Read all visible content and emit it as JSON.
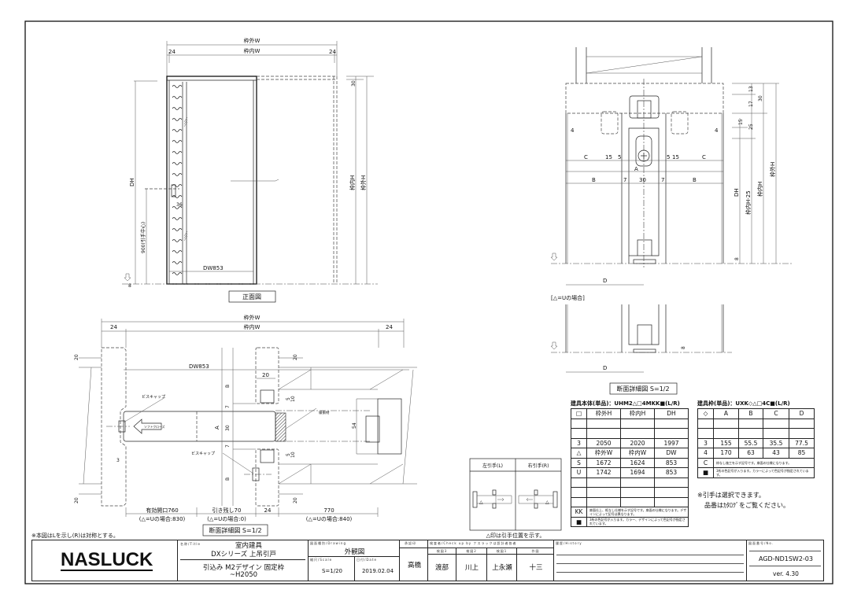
{
  "front_view": {
    "outer_w": "枠外W",
    "inner_w": "枠内W",
    "side_24": "24",
    "dh": "DH",
    "handle_height": "900(引手中心)",
    "handle_width": "36",
    "dw": "DW853",
    "top_30": "30",
    "inner_h": "枠内H",
    "outer_h": "枠外H",
    "floor_8": "8",
    "label": "正面図"
  },
  "plan_view": {
    "outer_w": "枠外W",
    "inner_w": "枠内W",
    "side_24": "24",
    "dw": "DW853",
    "dim_20": "20",
    "dim_b": "B",
    "dim_7": "7",
    "dim_a": "A",
    "dim_30": "30",
    "dim_5": "5",
    "dim_10": "10",
    "dim_54": "54",
    "dim_3": "3",
    "screw_cap": "ビスキャップ",
    "soft_close": "ソフトクローズ",
    "cushion": "緩衝材",
    "opening": "有効開口760",
    "opening_u": "(△=Uの場合:830)",
    "remain": "引き残し70",
    "remain_u": "(△=Uの場合:0)",
    "jamb_24": "24",
    "pocket": "770",
    "pocket_u": "(△=Uの場合:840)",
    "label": "断面詳細図 S=1/2"
  },
  "side_section": {
    "c": "C",
    "d15": "15",
    "d5": "5",
    "d4": "4",
    "a": "A",
    "b": "B",
    "d7": "7",
    "d30": "30",
    "d13": "13",
    "d17": "17",
    "d25": "25",
    "dh": "DH",
    "inner_h_25": "枠内H-25",
    "inner_h": "枠内H",
    "outer_h": "枠外H",
    "d8": "8",
    "d": "D",
    "u_case": "[△=Uの場合]",
    "label": "断面詳細図 S=1/2"
  },
  "body_table": {
    "title": "建具本体(単品)：UHM2△□4MKK■(L/R)",
    "header": [
      "□",
      "枠外H",
      "枠内H",
      "DH"
    ],
    "rows": [
      [
        "",
        "",
        "",
        ""
      ],
      [
        "",
        "",
        "",
        ""
      ],
      [
        "3",
        "2050",
        "2020",
        "1997"
      ]
    ],
    "header2": [
      "△",
      "枠外W",
      "枠内W",
      "DW"
    ],
    "rows2": [
      [
        "S",
        "1672",
        "1624",
        "853"
      ],
      [
        "U",
        "1742",
        "1694",
        "853"
      ],
      [
        "",
        "",
        "",
        ""
      ],
      [
        "",
        "",
        "",
        ""
      ],
      [
        "",
        "",
        "",
        ""
      ]
    ],
    "notes": [
      {
        "key": "KK",
        "note": "扉面仕上、框なし仕様を示す記号です。扉面の仕様になります。デザインによって記号は異なります。"
      },
      {
        "key": "■",
        "note": "3桁の色記号が入ります。カラー、デザインによって色記号が指定されています。"
      }
    ]
  },
  "frame_table": {
    "title": "建具枠(単品)：UXK◇△□4C■(L/R)",
    "header": [
      "◇",
      "A",
      "B",
      "C",
      "D"
    ],
    "rows": [
      [
        "",
        "",
        "",
        "",
        ""
      ],
      [
        "",
        "",
        "",
        "",
        ""
      ],
      [
        "3",
        "155",
        "55.5",
        "35.5",
        "77.5"
      ],
      [
        "4",
        "170",
        "63",
        "43",
        "85"
      ]
    ],
    "notes": [
      {
        "key": "C",
        "note": "枠なし施工を示す記号です。扉面の仕様になります。"
      },
      {
        "key": "■",
        "note": "3桁の色記号が入ります。カラーによって色記号が指定されています。"
      }
    ]
  },
  "handle_note": [
    "※引手は選択できます。",
    "品番はｶﾀﾛｸﾞをご覧ください。"
  ],
  "handle_box": {
    "left": "左引手(L)",
    "right": "右引手(R)",
    "caption": "△印は引手位置を示す。"
  },
  "general_note": "※本図はLを示し(R)は対称とする。",
  "title_block": {
    "logo": "NASLUCK",
    "title_label": "名称/Title",
    "title_line1": "室内建具",
    "title_line2": "DXシリーズ 上吊引戸",
    "title_line3": "引込み M2デザイン 固定枠",
    "title_line4": "~H2050",
    "drawing_label": "図面種別/Drawing",
    "drawing": "外観図",
    "scale_label": "縮尺/Scale",
    "scale": "S=1/20",
    "date_label": "日付/Date",
    "date": "2019.02.04",
    "approval_label": "承認印",
    "approver": "高橋",
    "check_label": "検査者/Check up by ナスラックは設計者各者",
    "checkers": [
      {
        "role": "検図3",
        "name": "渡部"
      },
      {
        "role": "検図2",
        "name": "川上"
      },
      {
        "role": "検図1",
        "name": "上永瀬"
      },
      {
        "role": "作図",
        "name": "十三"
      }
    ],
    "history_label": "履歴/History",
    "number_label": "図面番号/No.",
    "number": "AGD-ND1SW2-03",
    "version": "ver. 4.30"
  }
}
